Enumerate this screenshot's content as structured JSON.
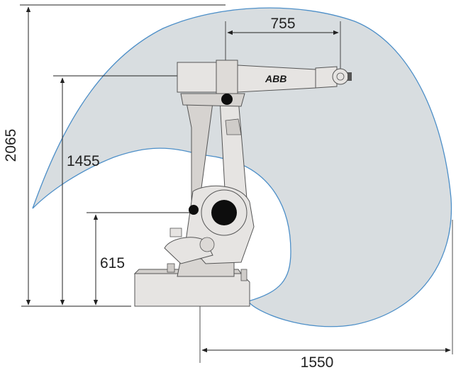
{
  "dimensions": {
    "total_height": "2065",
    "wrist_height": "1455",
    "shoulder_height": "615",
    "arm_length": "755",
    "max_reach": "1550"
  },
  "robot": {
    "brand": "ABB"
  },
  "colors": {
    "work_envelope_fill": "#d8dde0",
    "work_envelope_stroke": "#4d8fc8",
    "robot_body": "#e6e4e2",
    "robot_shadow": "#bdbab7",
    "dimension_line": "#222222"
  }
}
